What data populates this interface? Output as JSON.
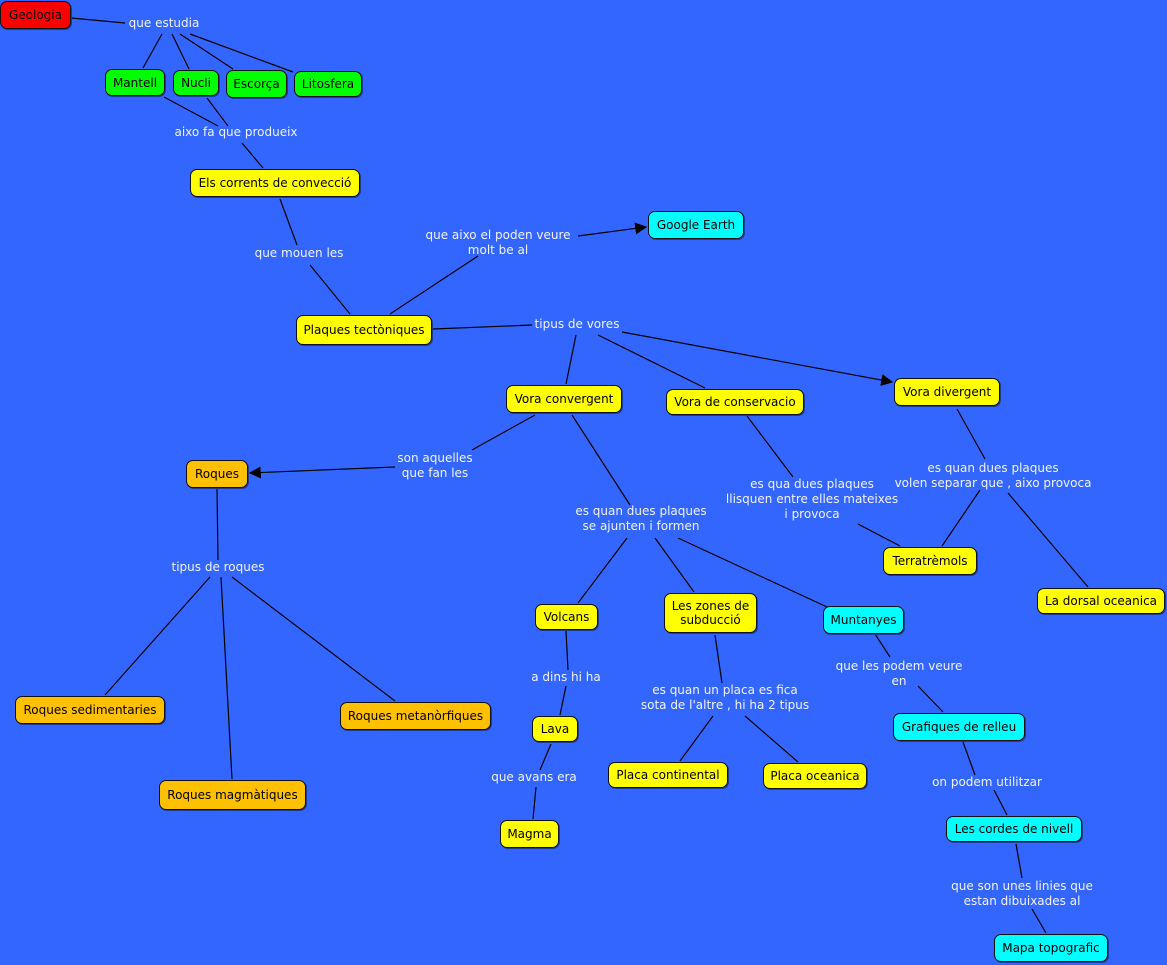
{
  "colors": {
    "background": "#3366ff",
    "root": "#ff0000",
    "layer": "#00ff00",
    "concept": "#ffff00",
    "tool": "#00ffff",
    "rock": "#ffc000"
  },
  "concepts": {
    "geologia": "Geologia",
    "mantell": "Mantell",
    "nucli": "Nucli",
    "escorca": "Escorça",
    "litosfera": "Litosfera",
    "corrents": "Els corrents de convecció",
    "google_earth": "Google Earth",
    "plaques": "Plaques tectòniques",
    "vora_convergent": "Vora convergent",
    "vora_conservacio": "Vora de conservacio",
    "vora_divergent": "Vora divergent",
    "roques": "Roques",
    "terratremols": "Terratrèmols",
    "dorsal": "La dorsal oceanica",
    "volcans": "Volcans",
    "subduccio": "Les zones de\nsubducció",
    "muntanyes": "Muntanyes",
    "lava": "Lava",
    "grafiques": "Grafiques de relleu",
    "placa_continental": "Placa continental",
    "placa_oceanica": "Placa oceanica",
    "sedimentaries": "Roques sedimentaries",
    "metamorfiques": "Roques metanòrfiques",
    "magmatiques": "Roques magmàtiques",
    "magma": "Magma",
    "cordes": "Les cordes de nivell",
    "mapa": "Mapa topografic"
  },
  "links": {
    "que_estudia": "que estudia",
    "produeix": "aixo fa que produeix",
    "mouen": "que mouen les",
    "veure": "que aixo el poden veure\nmolt be al",
    "tipus_vores": "tipus de vores",
    "son_aquelles": "son aquelles\nque fan les",
    "ajunten": "es quan dues plaques\nse ajunten i formen",
    "llisquen": "es qua dues plaques\nllisquen entre elles mateixes\ni provoca",
    "separar": "es quan dues plaques\nvolen separar que , aixo provoca",
    "tipus_roques": "tipus de roques",
    "dins": "a dins hi ha",
    "fica": "es quan un placa es fica\nsota de l'altre , hi ha 2 tipus",
    "podem_veure": "que les podem veure\nen",
    "avans": "que avans era",
    "utilitzar": "on podem utilitzar",
    "linies": "que son unes linies que\nestan dibuixades al"
  }
}
